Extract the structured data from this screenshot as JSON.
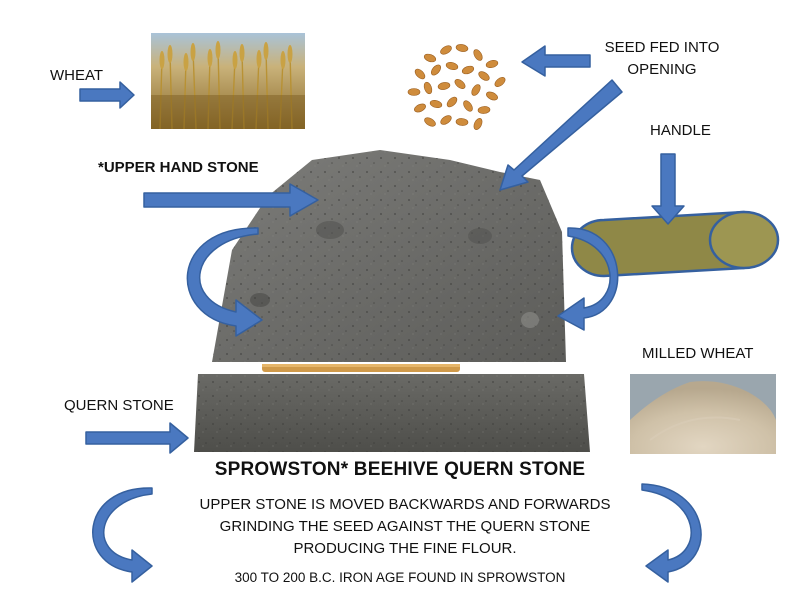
{
  "labels": {
    "wheat": "WHEAT",
    "seed_fed": "SEED FED INTO OPENING",
    "handle": "HANDLE",
    "upper_hand_stone": "*UPPER HAND STONE",
    "milled_wheat": "MILLED WHEAT",
    "quern_stone": "QUERN STONE"
  },
  "title": "SPROWSTON*  BEEHIVE QUERN STONE",
  "description": [
    "UPPER STONE IS MOVED BACKWARDS AND FORWARDS",
    "GRINDING THE SEED AGAINST THE QUERN STONE",
    "PRODUCING THE FINE FLOUR."
  ],
  "footer": "300 TO 200 B.C. IRON AGE FOUND IN SPROWSTON",
  "colors": {
    "arrow": "#4a78c0",
    "arrow_outline": "#35609f",
    "handle_fill": "#8f8847",
    "handle_outline": "#35609f",
    "stone": "#6e6e6c"
  }
}
